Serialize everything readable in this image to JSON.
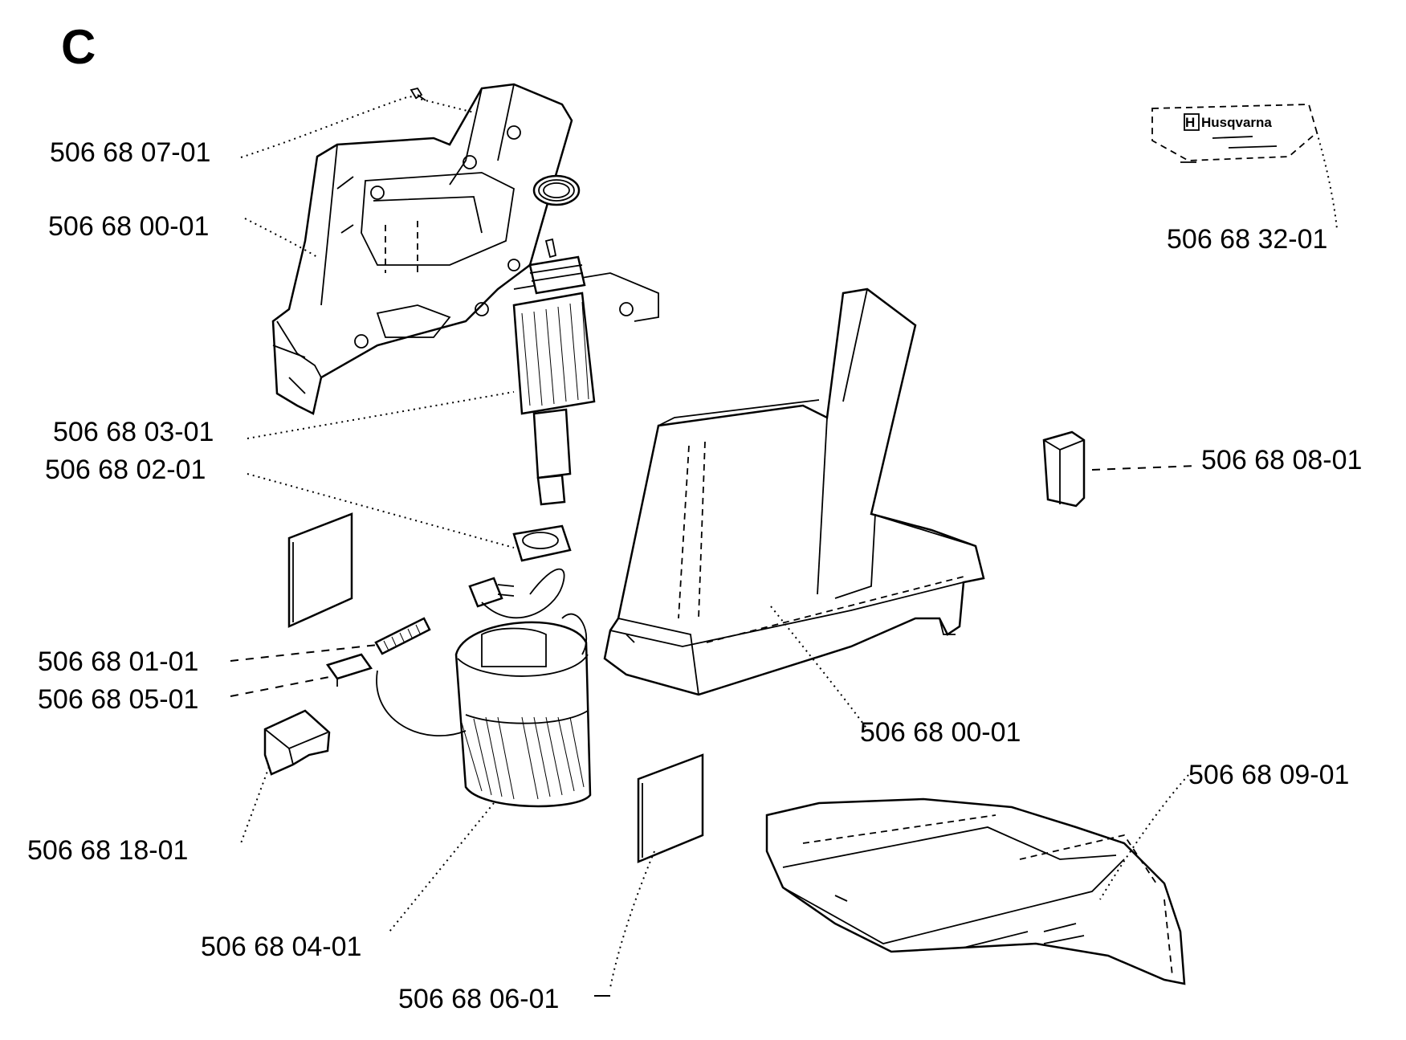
{
  "section_letter": "C",
  "logo_text": "Husqvarna",
  "labels": {
    "p_07": "506 68 07-01",
    "p_00_top": "506 68 00-01",
    "p_32": "506 68 32-01",
    "p_03": "506 68 03-01",
    "p_02": "506 68 02-01",
    "p_08": "506 68 08-01",
    "p_01": "506 68 01-01",
    "p_05": "506 68 05-01",
    "p_00_mid": "506 68 00-01",
    "p_09": "506 68 09-01",
    "p_18": "506 68 18-01",
    "p_04": "506 68 04-01",
    "p_06": "506 68 06-01"
  }
}
